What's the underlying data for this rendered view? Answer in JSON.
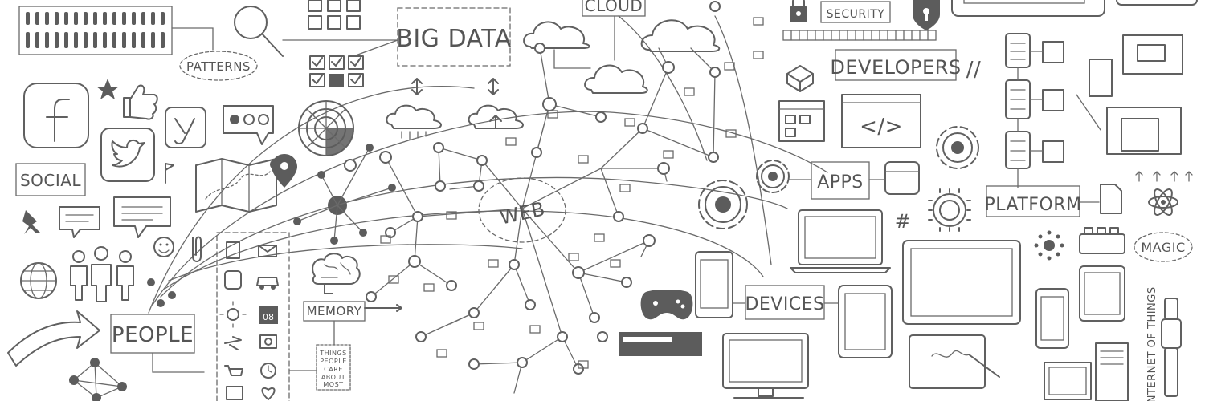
{
  "labels": {
    "big_data": "BIG DATA",
    "cloud": "CLOUD",
    "security": "SECURITY",
    "developers": "DEVELOPERS",
    "patterns": "PATTERNS",
    "social": "SOCIAL",
    "web": "WEB",
    "apps": "APPS",
    "platform": "PLATFORM",
    "magic": "MAGIC",
    "devices": "DEVICES",
    "people": "PEOPLE",
    "memory": "MEMORY",
    "internet_of_things": "INTERNET OF THINGS",
    "things_note_1": "THINGS",
    "things_note_2": "PEOPLE",
    "things_note_3": "CARE",
    "things_note_4": "ABOUT",
    "things_note_5": "MOST",
    "code_glyph": "</>",
    "hashtag": "#",
    "slashes": "//",
    "calendar_day": "08"
  },
  "colors": {
    "ink": "#606060",
    "background": "#ffffff"
  }
}
